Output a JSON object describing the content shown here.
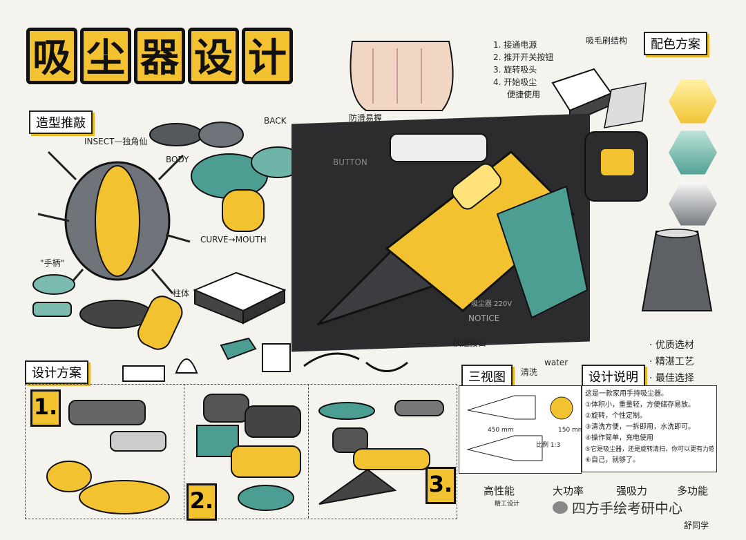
{
  "title_chars": [
    "吸",
    "尘",
    "器",
    "设",
    "计"
  ],
  "labels": {
    "shape_section": "造型推敲",
    "color_scheme": "配色方案",
    "design_plan": "设计方案",
    "three_view": "三视图",
    "design_notes": "设计说明"
  },
  "annotations": {
    "insect": "INSECT—独角仙",
    "back": "BACK",
    "body": "BODY",
    "curve": "CURVE→MOUTH",
    "anti_slip": "防滑易握",
    "handle": "\"手柄\"",
    "column": "柱体",
    "water": "water",
    "clean": "清洗",
    "quick_connect": "快速接口",
    "button_text": "BUTTON",
    "notice": "NOTICE",
    "vacuum_label": "吸尘器 220V"
  },
  "steps": [
    "1. 接通电源",
    "2. 推开开关按钮",
    "3. 旋转吸头",
    "4. 开始吸尘"
  ],
  "steps_note": "便捷使用",
  "brush_label": "吸毛刷结构",
  "features": [
    "· 优质选材",
    "· 精湛工艺",
    "· 最佳选择"
  ],
  "plan_numbers": [
    "1.",
    "2.",
    "3."
  ],
  "notes_lines": [
    "这是一款家用手持吸尘器。",
    "①体积小，重量轻，方便储存易放。",
    "②旋转，个性定制。",
    "③清洗方便，一拆即用，水洗即可。",
    "④操作简单，充电使用",
    "⑤它是吸尘器，还是旋转清扫，你可以更有力感",
    "⑥自己，就够了。"
  ],
  "three_view_dims": [
    "450 mm",
    "150 mm",
    "比例 1:3"
  ],
  "bottom_keywords": [
    "高性能",
    "大功率",
    "强吸力",
    "多功能"
  ],
  "bottom_sub": [
    "精工设计"
  ],
  "watermark": "四方手绘考研中心",
  "signature": "舒同学",
  "colors": {
    "yellow": "#f2c230",
    "teal": "#4c9e93",
    "grey": "#6f747a",
    "dark": "#2c2c2e",
    "accent": "#e6b92b"
  }
}
